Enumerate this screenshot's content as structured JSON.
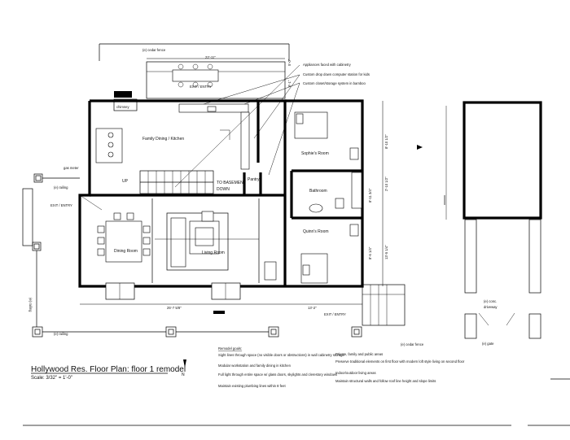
{
  "title": {
    "main": "Hollywood Res. Floor Plan: floor 1 remodel",
    "scale": "Scale: 3/32\" = 1'-0\"",
    "north": "N"
  },
  "rooms": {
    "family_dining_kitchen": "Family Dining / Kitchen",
    "dining_room": "Dining Room",
    "living_room": "Living Room",
    "sophies_room": "Sophie's Room",
    "bathroom": "Bathroom",
    "quinns_room": "Quinn's Room",
    "pantry": "Pantry",
    "chimney": "chimney",
    "to_basement": "TO BASEMENT",
    "down": "DOWN",
    "up": "UP"
  },
  "site_labels": {
    "cedar_fence_top": "(e) cedar fence",
    "cedar_fence_bottom": "(e) cedar fence",
    "railing_left": "(e) railing",
    "railing_side": "(e) railing",
    "railing_bottom": "(e) railing",
    "gas_meter": "gas meter",
    "exit_entry_top": "EXIT / ENTRY",
    "exit_entry_left": "EXIT / ENTRY",
    "exit_entry_bottom": "EXIT / ENTRY",
    "conc_driveway_1": "(e) conc.",
    "conc_driveway_2": "driveway",
    "gate": "(e) gate"
  },
  "callouts": [
    "Appliances faced with cabinetry",
    "Custom drop down computer station for kids",
    "Custom closet/storage system in bamboo"
  ],
  "dimensions": {
    "top_width": "22'-11\"",
    "top_right_1": "5'-0\"",
    "top_right_2": "9'-1\"",
    "sophie_height": "8'-10 1/2\"",
    "bath_1": "2'-10 1/2\"",
    "bath_2": "8'-11 3/4\"",
    "quinn_1": "8'-6 1/4\"",
    "quinn_2": "13'-5 1/4\"",
    "bottom_left": "25'-7 5/8\"",
    "bottom_right": "13'-2\""
  },
  "remodel_goals": {
    "heading": "Remodel goals:",
    "left": [
      "Sight lines through space (no visible doors or obstructions) in wall cabinetry storage",
      "Modular workstation and family dining in kitchen",
      "Full light through entire space w/ glass doors, skylights and clerestory windows",
      "Maintain existing plumbing lines within 8 feet"
    ],
    "right": [
      "Private, family and public areas",
      "Preserve traditional elements on first floor with modern loft style living on second floor",
      "Indoor/outdoor living areas",
      "Maintain structural walls and follow roof line height and slope limits"
    ]
  }
}
